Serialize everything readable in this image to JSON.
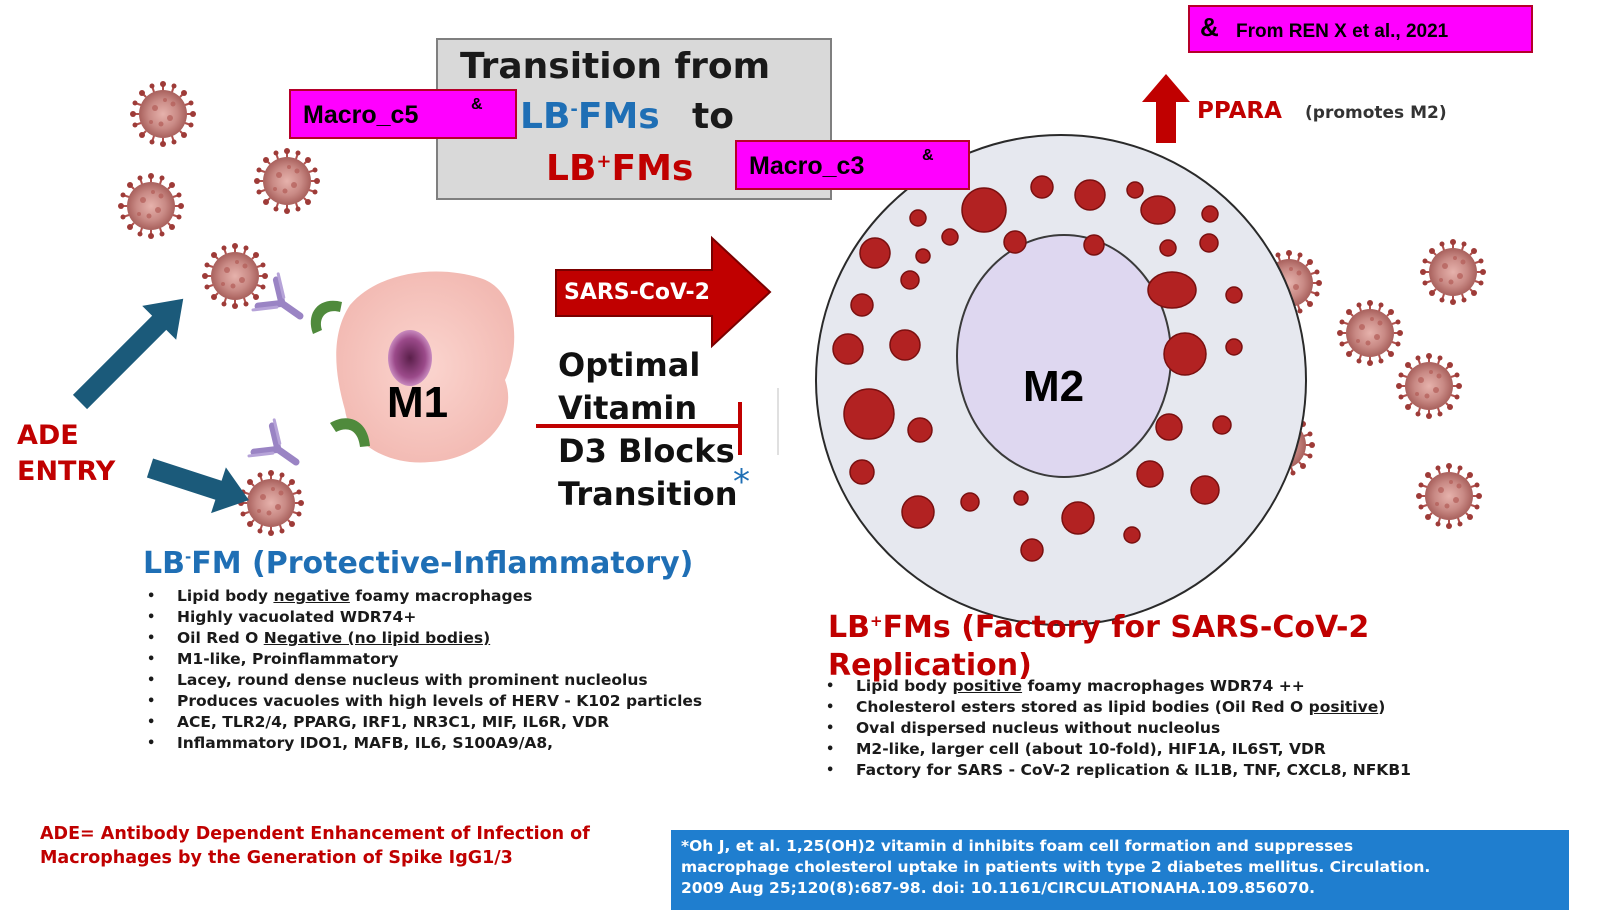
{
  "colors": {
    "magenta": "#ff00ff",
    "dark_red": "#c00000",
    "blue_text": "#1f6fb5",
    "teal_arrow": "#1b5a7a",
    "ref_box": "#1f7ecf"
  },
  "credit_box": {
    "ampersand": "&",
    "text": "From REN X et al., 2021"
  },
  "title": {
    "line1": "Transition from",
    "lb_minus": "LB",
    "lb_minus_sup": "-",
    "fms_to": "FMs",
    "to": "to",
    "lb_plus": "LB",
    "lb_plus_sup": "+",
    "fms": "FMs"
  },
  "labels": {
    "macro_c5": "Macro_c5",
    "macro_c3": "Macro_c3",
    "amp": "&",
    "ppara": "PPARA",
    "ppara_note": "(promotes M2)",
    "sars_cov2": "SARS-CoV-2",
    "m1": "M1",
    "m2": "M2",
    "ade_line1": "ADE",
    "ade_line2": "ENTRY",
    "vitd_lines": [
      "Optimal",
      "Vitamin",
      "D3 Blocks",
      "Transition"
    ],
    "asterisk": "*"
  },
  "left_panel": {
    "heading_lb": "LB",
    "heading_sup": "-",
    "heading_rest": "FM (Protective-Inflammatory)",
    "bullets": [
      {
        "pre": "Lipid body ",
        "u": "negative",
        "post": " foamy macrophages"
      },
      {
        "pre": "Highly vacuolated WDR74+",
        "u": "",
        "post": ""
      },
      {
        "pre": "Oil Red O ",
        "u": "Negative (no lipid bodies)",
        "post": ""
      },
      {
        "pre": "M1-like, Proinflammatory",
        "u": "",
        "post": ""
      },
      {
        "pre": "Lacey, round dense nucleus with prominent nucleolus",
        "u": "",
        "post": ""
      },
      {
        "pre": "Produces vacuoles with high levels of HERV - K102 particles",
        "u": "",
        "post": ""
      },
      {
        "pre": "ACE, TLR2/4, PPARG, IRF1, NR3C1, MIF, IL6R, VDR",
        "u": "",
        "post": ""
      },
      {
        "pre": "Inflammatory IDO1, MAFB, IL6, S100A9/A8,",
        "u": "",
        "post": ""
      }
    ]
  },
  "right_panel": {
    "heading_lb": "LB",
    "heading_sup": "+",
    "heading_line1_rest": "FMs (Factory for SARS-CoV-2",
    "heading_line2": "Replication)",
    "bullets": [
      {
        "pre": "Lipid body ",
        "u": "positive",
        "post": " foamy macrophages WDR74 ++"
      },
      {
        "pre": "Cholesterol esters stored as lipid bodies (Oil Red O ",
        "u": "positive",
        "post": ")"
      },
      {
        "pre": "Oval dispersed nucleus without nucleolus",
        "u": "",
        "post": ""
      },
      {
        "pre": "M2-like, larger cell (about 10-fold), HIF1A, IL6ST, VDR",
        "u": "",
        "post": ""
      },
      {
        "pre": "Factory for SARS - CoV-2 replication & IL1B, TNF, CXCL8, NFKB1",
        "u": "",
        "post": ""
      }
    ]
  },
  "footnote_ade": {
    "line1": "ADE= Antibody Dependent Enhancement of Infection of",
    "line2": "Macrophages by the Generation of Spike IgG1/3"
  },
  "reference": {
    "line1": "*Oh J, et al. 1,25(OH)2 vitamin d inhibits foam cell formation and suppresses",
    "line2": "macrophage cholesterol uptake in patients with type 2 diabetes mellitus. Circulation.",
    "line3": "2009 Aug 25;120(8):687-98. doi: 10.1161/CIRCULATIONAHA.109.856070."
  }
}
